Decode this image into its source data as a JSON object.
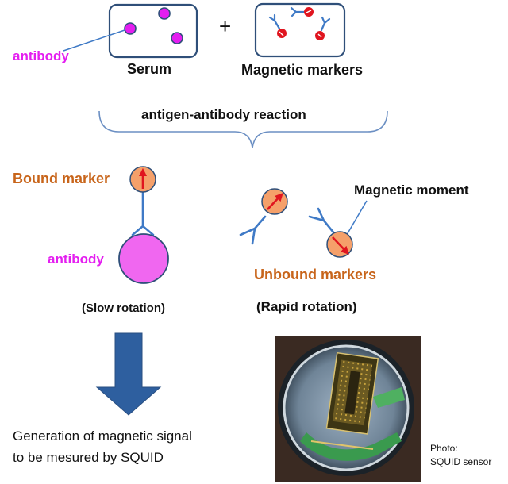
{
  "labels": {
    "antibody_top": "antibody",
    "serum": "Serum",
    "plus": "+",
    "magnetic_markers": "Magnetic markers",
    "reaction": "antigen-antibody reaction",
    "bound_marker": "Bound marker",
    "magnetic_moment": "Magnetic moment",
    "antibody_mid": "antibody",
    "unbound_markers": "Unbound markers",
    "slow_rotation": "(Slow rotation)",
    "rapid_rotation": "(Rapid rotation)",
    "generation_line1": "Generation of  magnetic signal",
    "generation_line2": "to  be mesured by SQUID",
    "photo_line1": "Photo:",
    "photo_line2": "SQUID sensor"
  },
  "colors": {
    "antibody_pink": "#e41ef0",
    "label_orange": "#c8651b",
    "marker_fill": "#f5a06a",
    "arrow_red": "#e0151f",
    "arm_blue": "#3f7ac6",
    "down_arrow_blue": "#2e5f9f",
    "box_stroke": "#2f4f79",
    "bracket_blue": "#6b8fc3"
  },
  "icons": {
    "photo": "squid-sensor-photo"
  }
}
